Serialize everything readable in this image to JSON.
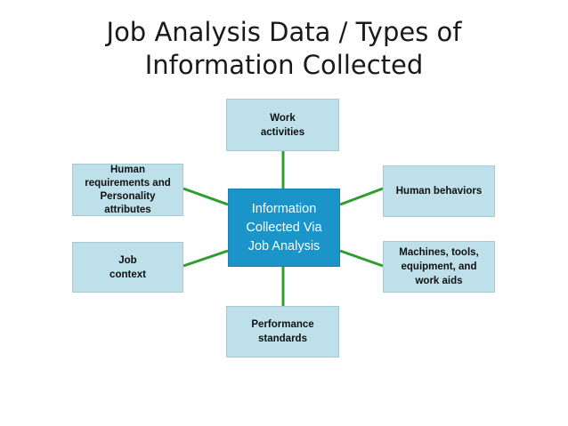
{
  "title": {
    "line1": "Job Analysis Data / Types of",
    "line2": "Information Collected"
  },
  "center": {
    "label": "Information\nCollected Via\nJob Analysis"
  },
  "nodes": {
    "work_activities": "Work\nactivities",
    "human_requirements": "Human\nrequirements and\nPersonality\nattributes",
    "human_behaviors": "Human behaviors",
    "job_context": "Job\ncontext",
    "machines_tools": "Machines, tools,\nequipment, and\nwork aids",
    "performance_standards": "Performance\nstandards"
  },
  "colors": {
    "node_fill": "#bde0ea",
    "center_fill": "#1b95c9",
    "connector": "#2e9e2e"
  }
}
